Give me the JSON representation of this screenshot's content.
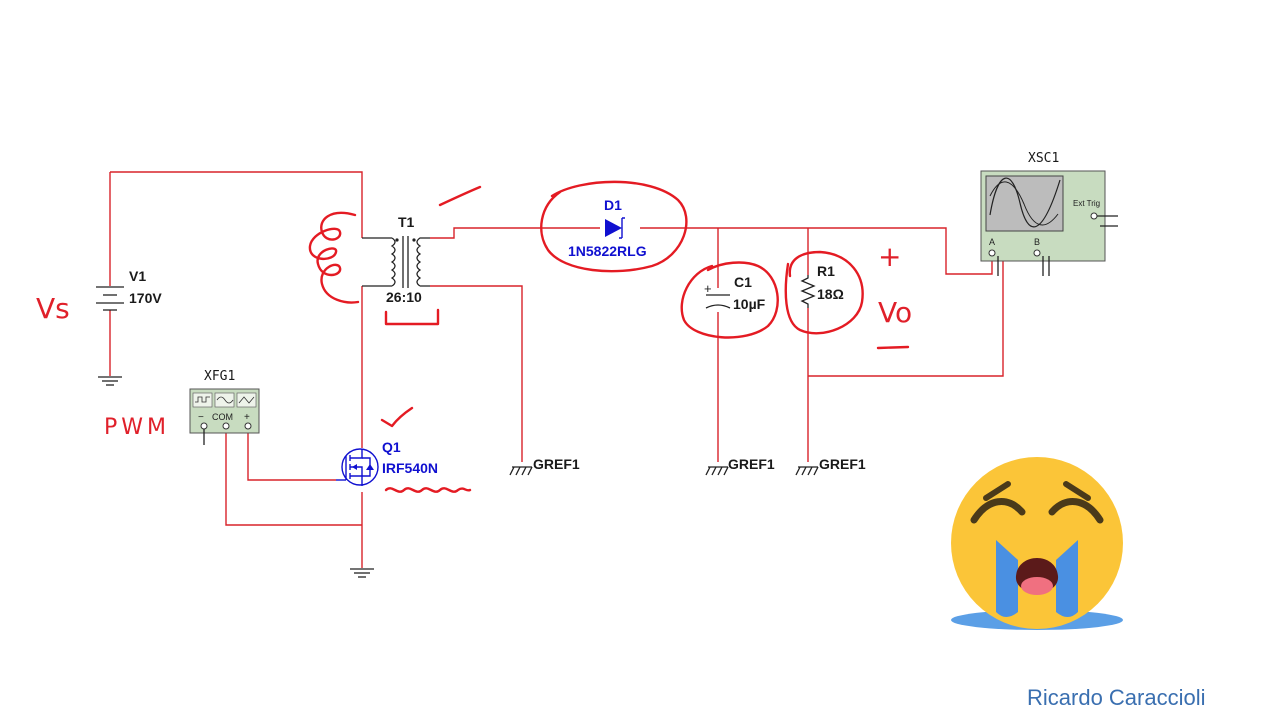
{
  "source": {
    "name": "V1",
    "value": "170V",
    "annotation": "Vs"
  },
  "transformer": {
    "name": "T1",
    "ratio": "26:10"
  },
  "diode": {
    "name": "D1",
    "part": "1N5822RLG"
  },
  "capacitor": {
    "name": "C1",
    "value": "10µF"
  },
  "resistor": {
    "name": "R1",
    "value": "18Ω"
  },
  "function_generator": {
    "name": "XFG1",
    "com_label": "COM",
    "minus": "−",
    "plus": "+",
    "annotation": "PWM"
  },
  "mosfet": {
    "name": "Q1",
    "part": "IRF540N"
  },
  "oscilloscope": {
    "name": "XSC1",
    "ext_trig": "Ext Trig",
    "channel_a": "A",
    "channel_b": "B"
  },
  "ground_refs": [
    "GREF1",
    "GREF1",
    "GREF1"
  ],
  "output_annotation": {
    "plus": "+",
    "label": "Vo",
    "minus": "—"
  },
  "author": "Ricardo Caraccioli",
  "colors": {
    "wire": "#d8232a",
    "ink": "#e41b23",
    "component_blue": "#1010d0",
    "author": "#3a6fb0"
  },
  "emoji": "loudly-crying-face"
}
